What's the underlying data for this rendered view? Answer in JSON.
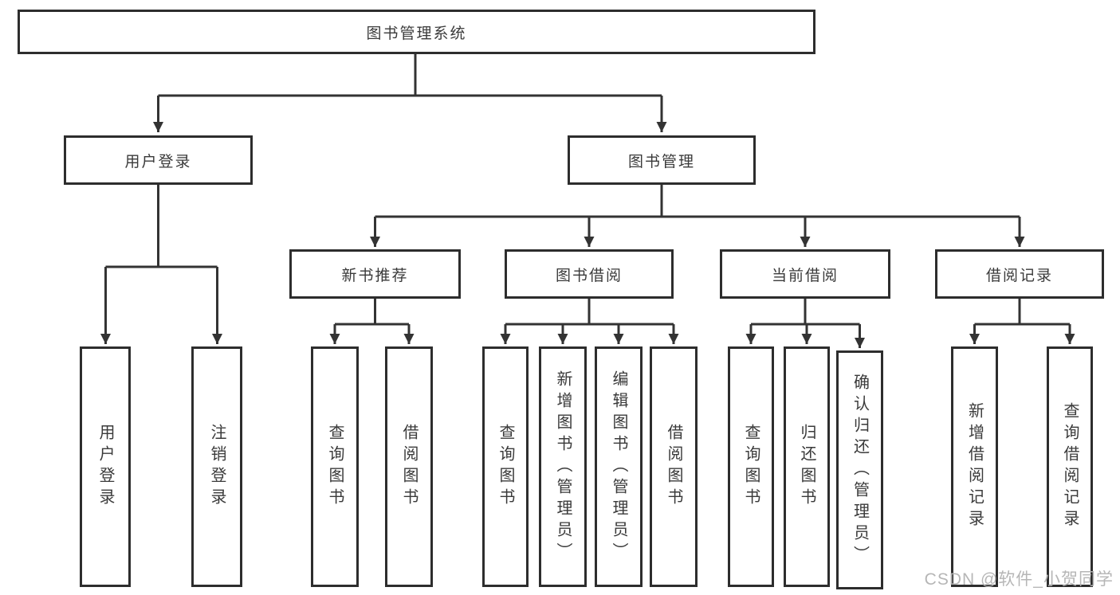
{
  "watermark": "CSDN @软件_小贺同学",
  "colors": {
    "line": "#333333",
    "border": "#2d2d2d",
    "text": "#3a3a3a",
    "background": "#ffffff",
    "watermark": "#b2b2b2"
  },
  "tree": {
    "label": "图书管理系统",
    "children": [
      {
        "label": "用户登录",
        "children": [
          {
            "label": "用户登录"
          },
          {
            "label": "注销登录"
          }
        ]
      },
      {
        "label": "图书管理",
        "children": [
          {
            "label": "新书推荐",
            "children": [
              {
                "label": "查询图书"
              },
              {
                "label": "借阅图书"
              }
            ]
          },
          {
            "label": "图书借阅",
            "children": [
              {
                "label": "查询图书"
              },
              {
                "label": "新增图书（管理员）"
              },
              {
                "label": "编辑图书（管理员）"
              },
              {
                "label": "借阅图书"
              }
            ]
          },
          {
            "label": "当前借阅",
            "children": [
              {
                "label": "查询图书"
              },
              {
                "label": "归还图书"
              },
              {
                "label": "确认归还（管理员）"
              }
            ]
          },
          {
            "label": "借阅记录",
            "children": [
              {
                "label": "新增借阅记录"
              },
              {
                "label": "查询借阅记录"
              }
            ]
          }
        ]
      }
    ]
  }
}
